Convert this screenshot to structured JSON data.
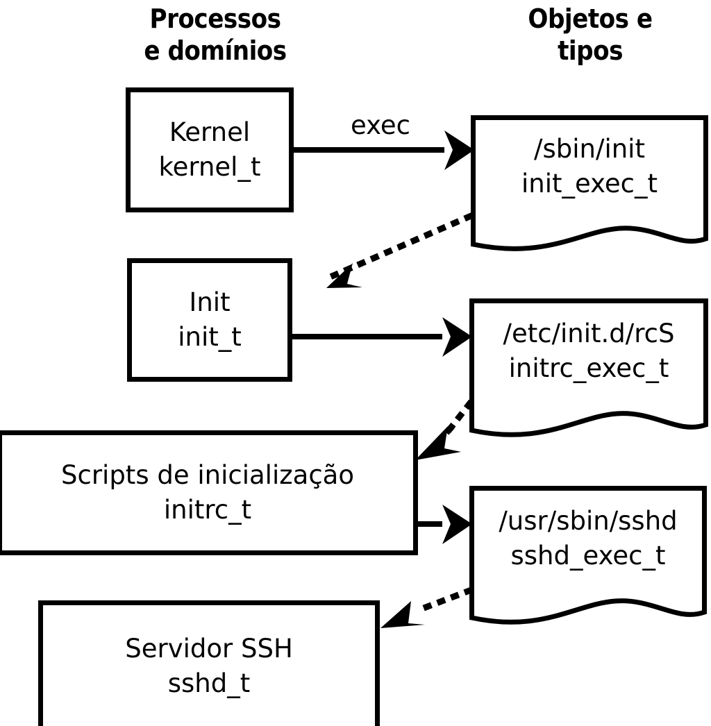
{
  "diagram": {
    "title_columns": {
      "processes": "Processos\ne domínios",
      "objects": "Objetos e\ntipos"
    },
    "process_nodes": [
      {
        "id": "kernel",
        "name": "Kernel",
        "type": "kernel_t"
      },
      {
        "id": "init",
        "name": "Init",
        "type": "init_t"
      },
      {
        "id": "initrc",
        "name": "Scripts de inicialização",
        "type": "initrc_t"
      },
      {
        "id": "sshd",
        "name": "Servidor SSH",
        "type": "sshd_t"
      }
    ],
    "object_nodes": [
      {
        "id": "init-exec",
        "path": "/sbin/init",
        "type": "init_exec_t"
      },
      {
        "id": "initrc-exec",
        "path": "/etc/init.d/rcS",
        "type": "initrc_exec_t"
      },
      {
        "id": "sshd-exec",
        "path": "/usr/sbin/sshd",
        "type": "sshd_exec_t"
      }
    ],
    "edges": [
      {
        "from": "kernel",
        "to": "init-exec",
        "label": "exec",
        "style": "solid"
      },
      {
        "from": "init-exec",
        "to": "init",
        "label": "",
        "style": "dotted"
      },
      {
        "from": "init",
        "to": "initrc-exec",
        "label": "",
        "style": "solid"
      },
      {
        "from": "initrc-exec",
        "to": "initrc",
        "label": "",
        "style": "dotted"
      },
      {
        "from": "initrc",
        "to": "sshd-exec",
        "label": "",
        "style": "solid"
      },
      {
        "from": "sshd-exec",
        "to": "sshd",
        "label": "",
        "style": "dotted"
      }
    ],
    "colors": {
      "stroke": "#000000",
      "fill": "#ffffff"
    }
  }
}
